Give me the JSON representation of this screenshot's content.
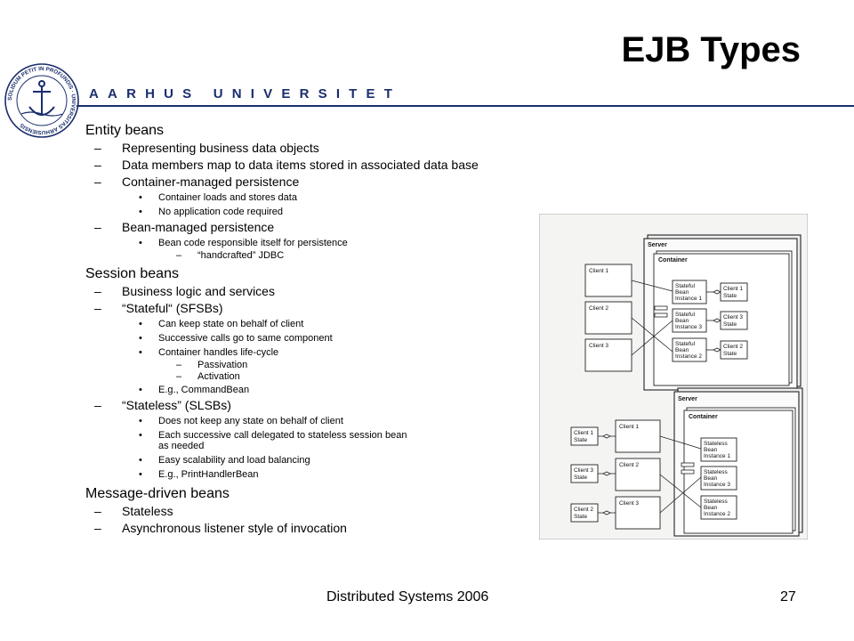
{
  "slide_title": "EJB Types",
  "university": "AARHUS UNIVERSITET",
  "seal_text": "SOLIDUM PETIT IN PROFUNDIS · UNIVERSITAS ARHUSIENSIS",
  "footer": {
    "left": "Distributed Systems 2006",
    "page": "27"
  },
  "outline": {
    "entity": {
      "heading": "Entity beans",
      "items": [
        "Representing business data objects",
        "Data members map to data items stored in associated data base",
        "Container-managed persistence"
      ],
      "cmp_sub": [
        "Container loads and stores data",
        "No application code required"
      ],
      "bmp": "Bean-managed persistence",
      "bmp_sub": "Bean code responsible itself for persistence",
      "bmp_sub2": "“handcrafted” JDBC"
    },
    "session": {
      "heading": "Session beans",
      "item1": "Business logic and services",
      "stateful": "“Stateful“ (SFSBs)",
      "stateful_sub": [
        "Can keep state on behalf of client",
        "Successive calls go to same component",
        "Container handles life-cycle"
      ],
      "lifecycle_sub": [
        "Passivation",
        "Activation"
      ],
      "stateful_example": "E.g., CommandBean",
      "stateless": "“Stateless” (SLSBs)",
      "stateless_sub": [
        "Does not keep any state on behalf of client",
        "Each successive call delegated to stateless session bean as needed",
        "Easy scalability and load balancing",
        "E.g., PrintHandlerBean"
      ]
    },
    "message": {
      "heading": "Message-driven beans",
      "items": [
        "Stateless",
        "Asynchronous listener style of invocation"
      ]
    }
  },
  "diagram": {
    "top": {
      "server": "Server",
      "container": "Container",
      "clients": [
        "Client 1",
        "Client 2",
        "Client 3"
      ],
      "beans": [
        [
          "Stateful",
          "Bean",
          "Instance 1"
        ],
        [
          "Stateful",
          "Bean",
          "Instance 3"
        ],
        [
          "Stateful",
          "Bean",
          "Instance 2"
        ]
      ],
      "states": [
        [
          "Client 1",
          "State"
        ],
        [
          "Client 3",
          "State"
        ],
        [
          "Client 2",
          "State"
        ]
      ]
    },
    "bottom": {
      "server": "Server",
      "container": "Container",
      "clients": [
        "Client 1",
        "Client 2",
        "Client 3"
      ],
      "states": [
        [
          "Client 1",
          "State"
        ],
        [
          "Client 3",
          "State"
        ],
        [
          "Client 2",
          "State"
        ]
      ],
      "beans": [
        [
          "Stateless",
          "Bean",
          "Instance 1"
        ],
        [
          "Stateless",
          "Bean",
          "Instance 3"
        ],
        [
          "Stateless",
          "Bean",
          "Instance 2"
        ]
      ]
    }
  },
  "colors": {
    "brand": "#1a2e6e"
  }
}
